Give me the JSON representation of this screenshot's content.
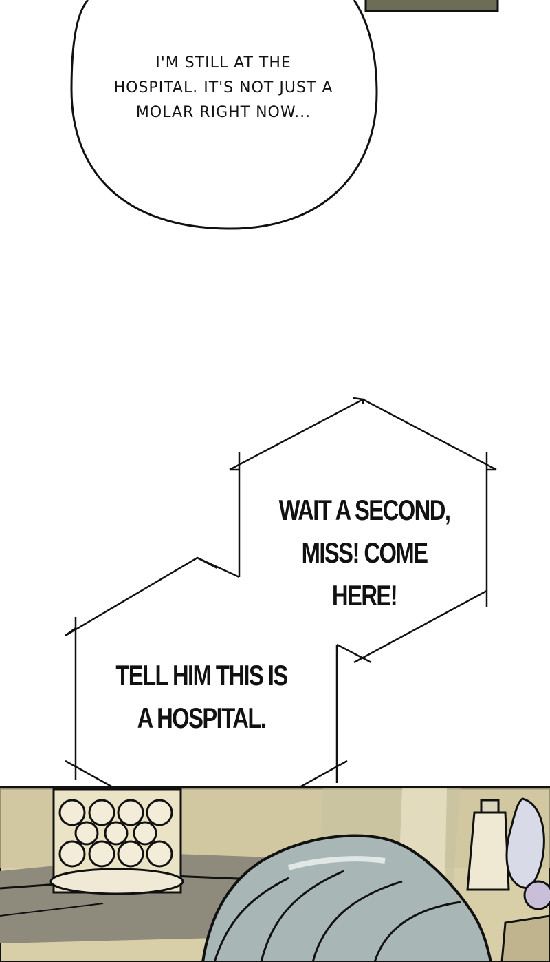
{
  "panels": {
    "speech_bubble": {
      "text": "I'M STILL AT THE\nHOSPITAL. IT'S NOT JUST A\nMOLAR RIGHT NOW..."
    },
    "shout_bubble_right": {
      "text": "WAIT A SECOND,\nMISS! COME HERE!"
    },
    "shout_bubble_left": {
      "text": "TELL HIM THIS IS\nA HOSPITAL."
    }
  },
  "colors": {
    "ink": "#111111",
    "paper": "#ffffff",
    "hair": "#9fb1b0",
    "sepia_background": "#d8cfa9"
  }
}
